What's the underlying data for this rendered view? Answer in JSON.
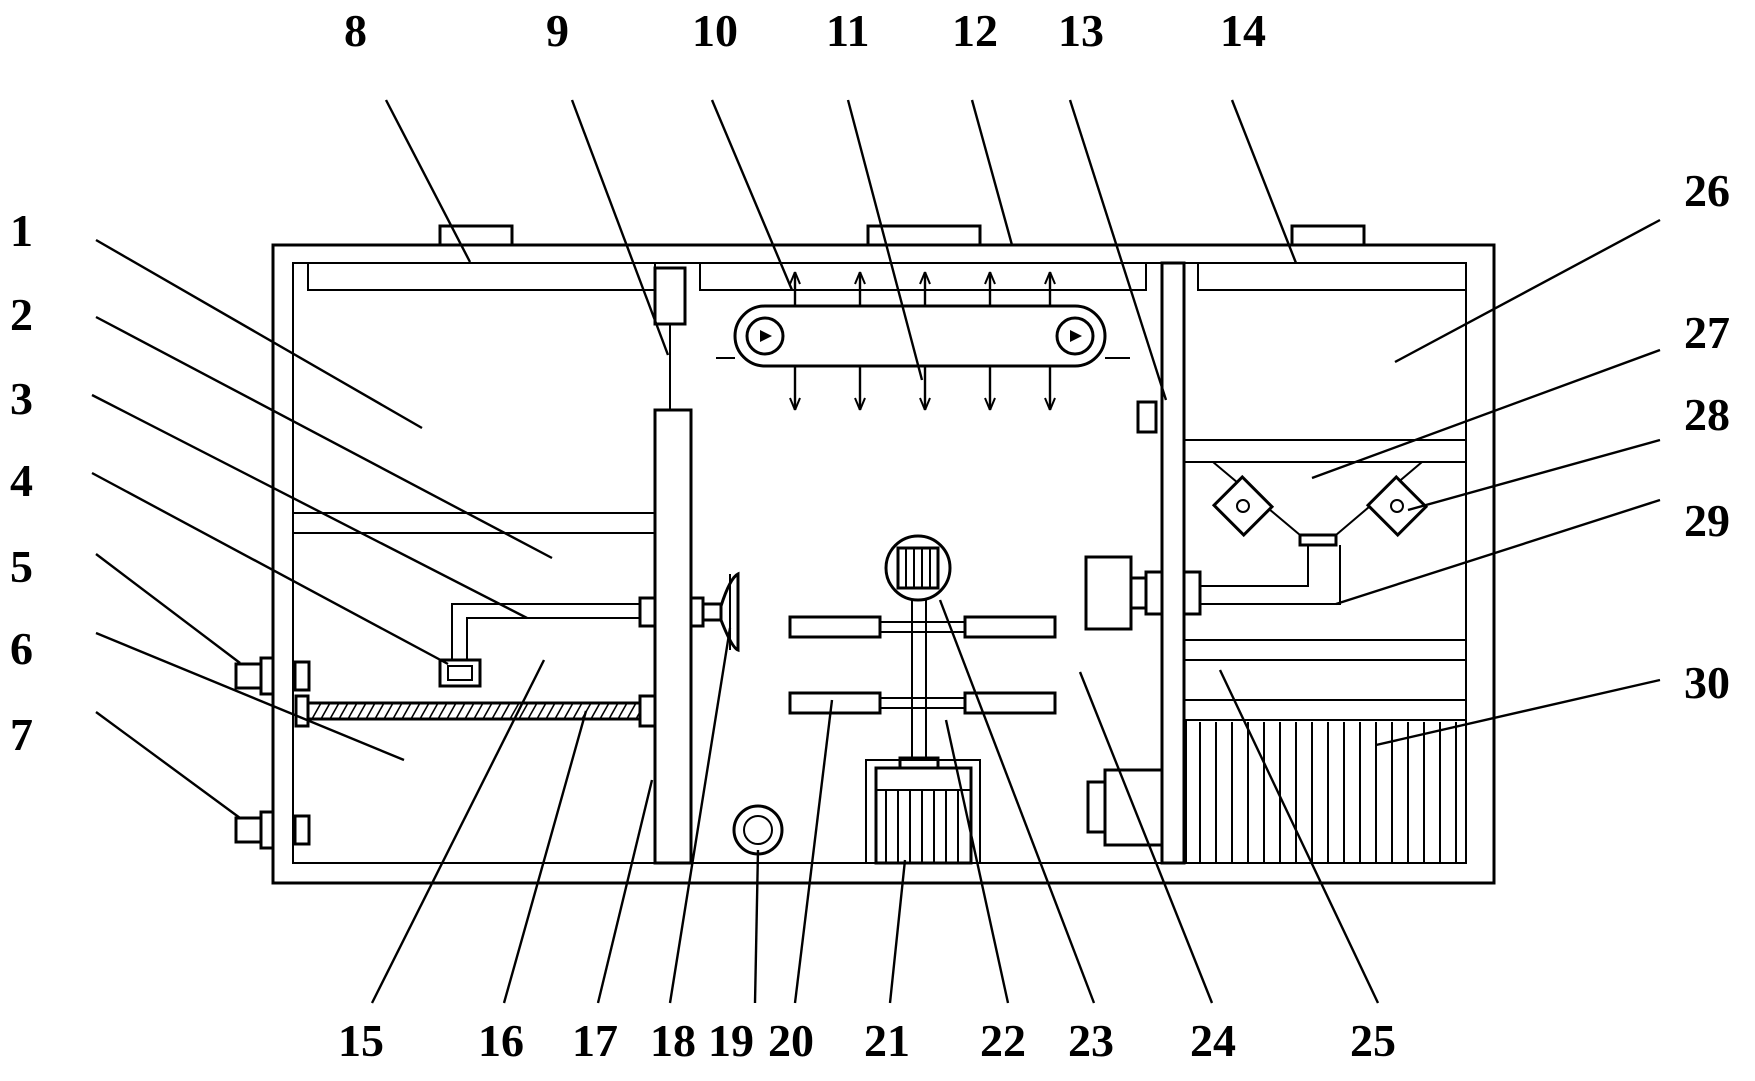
{
  "labels": {
    "n1": "1",
    "n2": "2",
    "n3": "3",
    "n4": "4",
    "n5": "5",
    "n6": "6",
    "n7": "7",
    "n8": "8",
    "n9": "9",
    "n10": "10",
    "n11": "11",
    "n12": "12",
    "n13": "13",
    "n14": "14",
    "n15": "15",
    "n16": "16",
    "n17": "17",
    "n18": "18",
    "n19": "19",
    "n20": "20",
    "n21": "21",
    "n22": "22",
    "n23": "23",
    "n24": "24",
    "n25": "25",
    "n26": "26",
    "n27": "27",
    "n28": "28",
    "n29": "29",
    "n30": "30"
  },
  "colors": {
    "line": "#000000",
    "background": "#ffffff"
  }
}
